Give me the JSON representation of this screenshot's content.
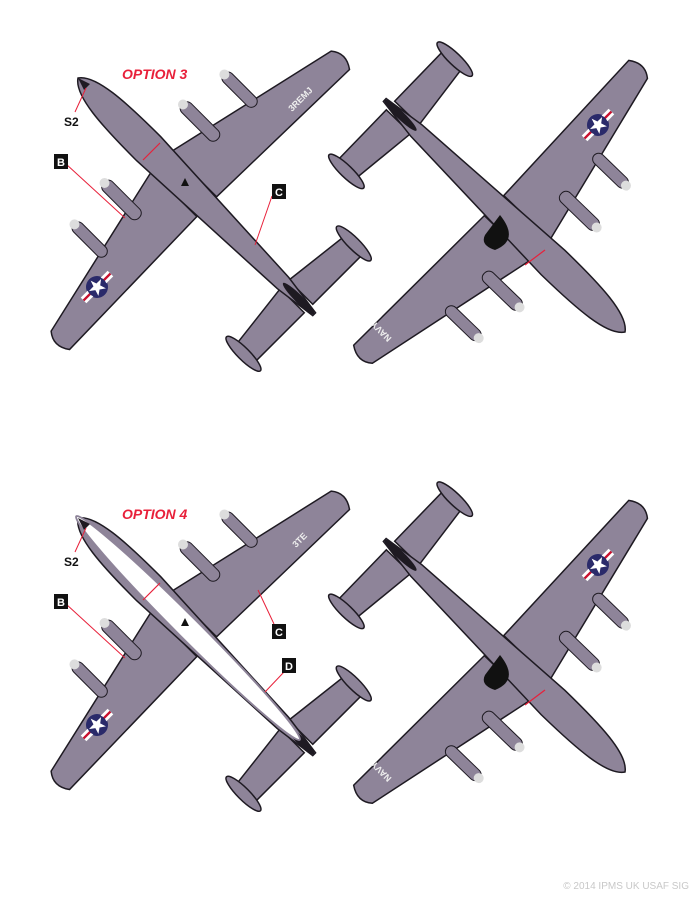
{
  "colors": {
    "aircraft": "#8e8499",
    "shadow": "#1e1a22",
    "accent": "#e8203a",
    "stripe": "#ffffff"
  },
  "option3": {
    "title": "OPTION 3",
    "labels": {
      "s2": "S2",
      "b": "B",
      "c": "C"
    },
    "tail_code": "3REMJ",
    "underside_text": "NAVY"
  },
  "option4": {
    "title": "OPTION 4",
    "labels": {
      "s2": "S2",
      "b": "B",
      "c": "C",
      "d": "D"
    },
    "tail_code": "3TE",
    "underside_text": "NAVY"
  },
  "copyright": "© 2014 IPMS UK USAF SIG"
}
